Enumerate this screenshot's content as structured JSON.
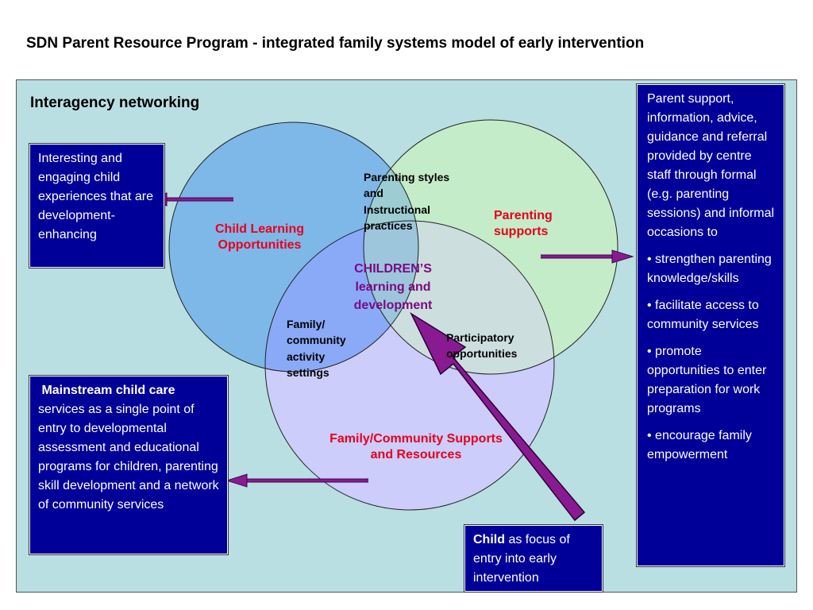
{
  "title": "SDN Parent Resource Program  - integrated family systems model of early intervention",
  "networking_label": "Interagency networking",
  "circles": {
    "child_learning": "Child Learning Opportunities",
    "parenting": "Parenting supports",
    "community": "Family/Community Supports and Resources"
  },
  "overlaps": {
    "top": "Parenting styles and Instructional practices",
    "left": "Family/ community activity settings",
    "right": "Participatory opportunities",
    "center": "CHILDREN’S learning and development"
  },
  "boxes": {
    "experiences": "Interesting and engaging child experiences that are development-enhancing",
    "mainstream_bold": "Mainstream child care",
    "mainstream_rest": "services as a single point of entry to developmental assessment and educational programs for children, parenting skill development and a network of community services",
    "child_bold": "Child",
    "child_rest": " as focus of entry into early intervention",
    "parent_intro": "Parent support, information, advice, guidance and referral provided by centre staff through formal (e.g. parenting sessions) and informal occasions to",
    "parent_bullets": [
      "• strengthen parenting knowledge/skills",
      "• facilitate access to community services",
      "• promote opportunities to enter preparation for work programs",
      "• encourage family empowerment"
    ]
  },
  "colors": {
    "panel_bg": "#b9dfe2",
    "box_bg": "#000099",
    "circle_child": "#7db8e8",
    "circle_parenting": "#c5ecc8",
    "circle_community": "#cccdfa",
    "arrow": "#7a0a82",
    "label_red": "#e8001c"
  }
}
